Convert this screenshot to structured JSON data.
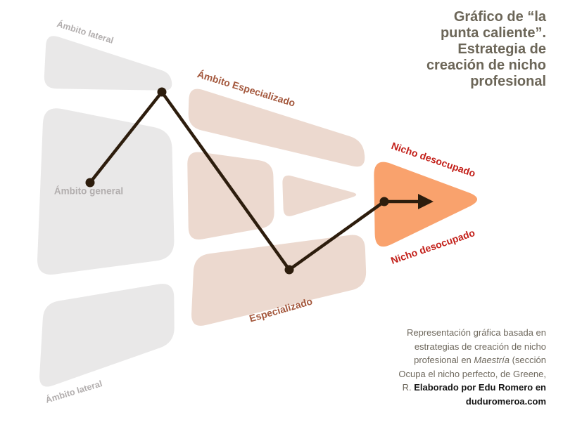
{
  "title": {
    "lines": [
      "Gráfico de “la",
      "punta caliente”.",
      "Estrategia de",
      "creación de nicho",
      "profesional"
    ]
  },
  "labels": {
    "ambito_lateral_top": "Ámbito lateral",
    "ambito_especializado": "Ámbito Especializado",
    "ambito_general": "Ámbito general",
    "especializado": "Especializado",
    "nicho_desocupado_top": "Nicho desocupado",
    "nicho_desocupado_bottom": "Nicho desocupado",
    "ambito_lateral_bottom": "Ámbito lateral"
  },
  "attribution": {
    "seg_normal_1": "Representación gráfica basada en estrategias de creación de nicho profesional en ",
    "seg_italic": "Maestría",
    "seg_normal_2": " (sección Ocupa el nicho perfecto, de Greene, R. ",
    "seg_bold": "Elaborado por Edu Romero en duduromeroa.com"
  },
  "colors": {
    "background": "#ffffff",
    "shape_gray": "#e9e8e8",
    "shape_tan": "#ecd9cf",
    "shape_orange": "#f9a26d",
    "label_gray": "#b2aeae",
    "label_terracotta": "#a4583d",
    "label_red": "#c3201a",
    "title_text": "#6c6658",
    "attribution_text": "#6f695e",
    "attribution_bold": "#151515",
    "trajectory_line": "#2d1d0d"
  }
}
